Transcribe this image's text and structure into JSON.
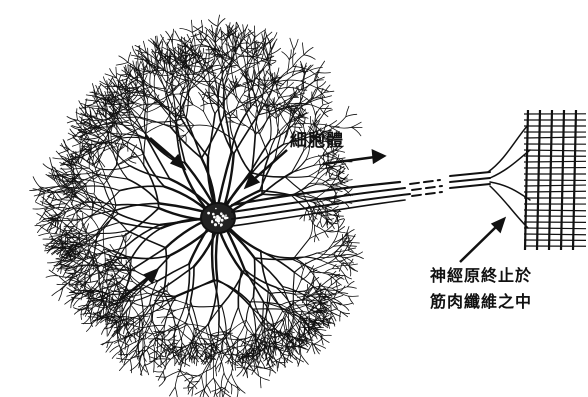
{
  "labels": {
    "cell_body": "細胞體",
    "nerve_ending_line1": "神經原終止於",
    "nerve_ending_line2": "筋肉纖維之中"
  },
  "colors": {
    "ink": "#111111",
    "paper": "#ffffff"
  }
}
